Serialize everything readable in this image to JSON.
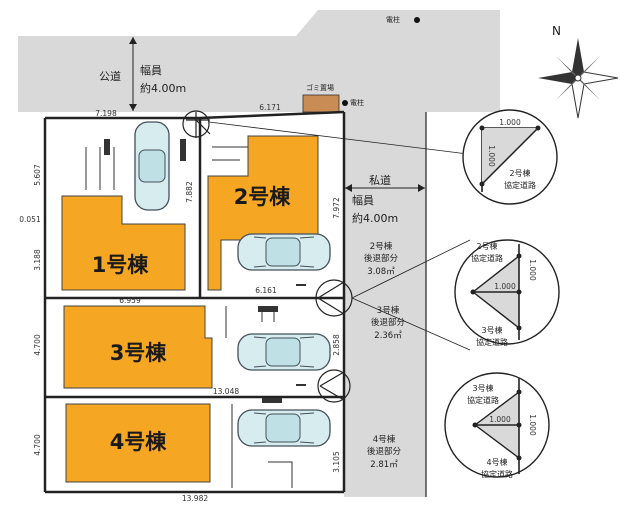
{
  "roads": {
    "public_road_label": "公道",
    "public_width_label": "幅員",
    "public_width_value": "約4.00m",
    "private_road_label": "私道",
    "private_width_label": "幅員",
    "private_width_value": "約4.00m",
    "utility_pole_label": "電柱",
    "utility_pole_label_2": "電柱",
    "garbage_label": "ゴミ置場",
    "north_label": "N"
  },
  "houses": [
    {
      "label": "1号棟"
    },
    {
      "label": "2号棟"
    },
    {
      "label": "3号棟"
    },
    {
      "label": "4号棟"
    }
  ],
  "setbacks": [
    {
      "title": "2号棟",
      "subtitle": "後退部分",
      "area": "3.08㎡"
    },
    {
      "title": "3号棟",
      "subtitle": "後退部分",
      "area": "2.36㎡"
    },
    {
      "title": "4号棟",
      "subtitle": "後退部分",
      "area": "2.81㎡"
    }
  ],
  "dimensions": {
    "top_left": "7.198",
    "top_right": "6.171",
    "left_upper": "5.607",
    "left_small": "0.051",
    "left_lower": "3.188",
    "lot1_bottom": "6.959",
    "lot2_bottom": "6.161",
    "lot2_left": "7.882",
    "lot2_right": "7.972",
    "left_lot3": "4.700",
    "lot3_bottom": "13.048",
    "left_lot4": "4.700",
    "bottom": "13.982",
    "right_lot3": "2.858",
    "right_lot4": "3.105"
  },
  "details": [
    {
      "top": "1.000",
      "side": "1.000",
      "label_1": "2号棟",
      "label_2": "協定道路"
    },
    {
      "top_label_1": "2号棟",
      "top_label_2": "協定道路",
      "middle": "1.000",
      "side": "1.000",
      "bottom_label_1": "3号棟",
      "bottom_label_2": "協定道路"
    },
    {
      "top_label_1": "3号棟",
      "top_label_2": "協定道路",
      "middle": "1.000",
      "side": "1.000",
      "bottom_label_1": "4号棟",
      "bottom_label_2": "協定道路"
    }
  ],
  "colors": {
    "lot": "#f5a623",
    "road": "#d9d9d9",
    "garbage": "#c98c55",
    "car": "#cfe3e6"
  }
}
